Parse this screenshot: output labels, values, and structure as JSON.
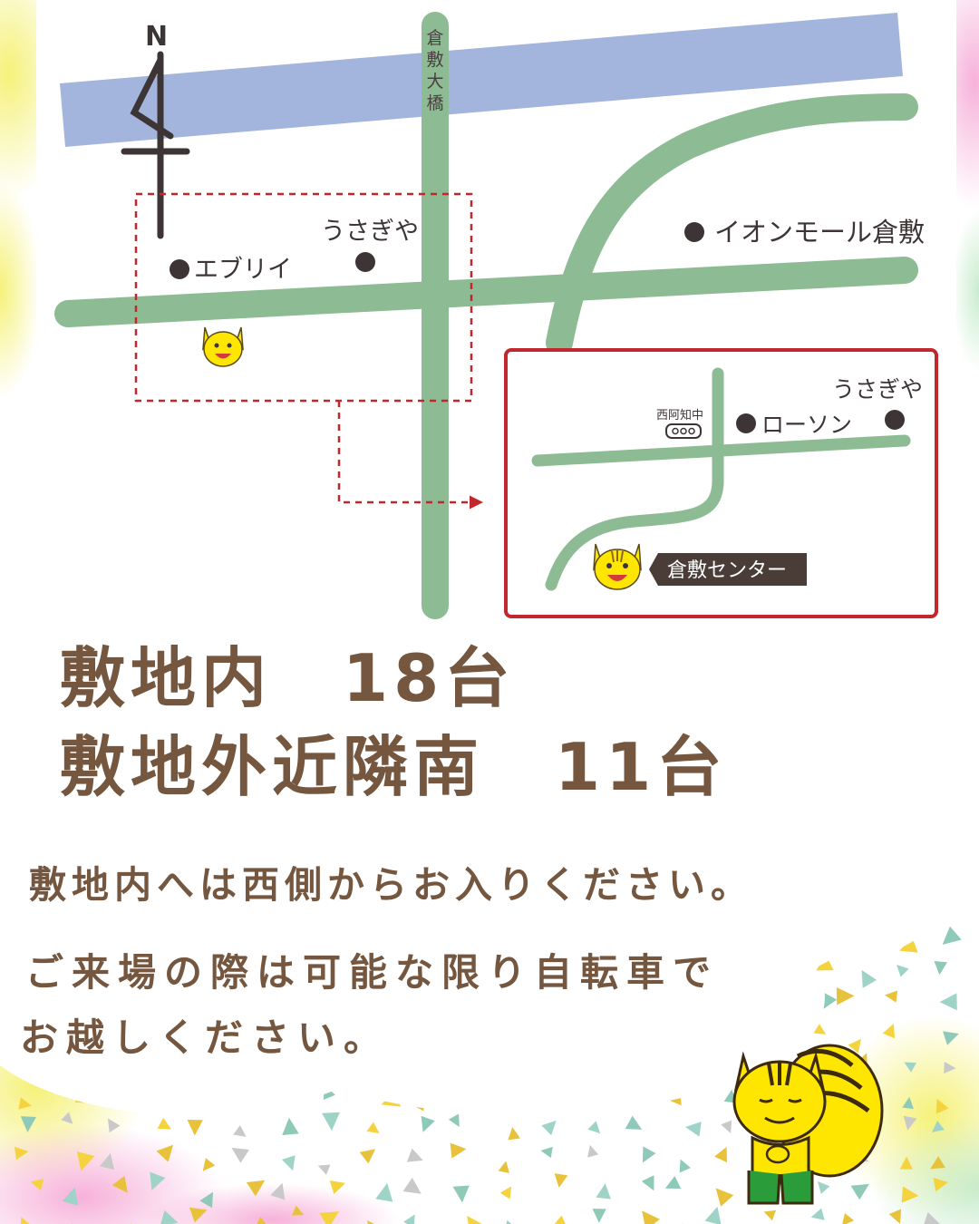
{
  "map": {
    "north_label": "N",
    "bridge_label": "倉敷大橋",
    "places": {
      "usagiya_main": "うさぎや",
      "everyi": "エブリイ",
      "aeon_mall": "イオンモール倉敷"
    },
    "inset": {
      "school_label": "西阿知中",
      "lawson": "ローソン",
      "usagiya": "うさぎや",
      "center": "倉敷センター"
    }
  },
  "parking": {
    "on_site": "敷地内　18台",
    "off_site": "敷地外近隣南　11台"
  },
  "notes": {
    "entrance": "敷地内へは西側からお入りください。",
    "bicycle_line1": "ご来場の際は可能な限り自転車で",
    "bicycle_line2": "お越しください。"
  },
  "colors": {
    "river": "#a3b5dd",
    "road": "#8dbb93",
    "inset_border": "#c2272d",
    "text": "#75563f",
    "label_box": "#4a3d38",
    "mascot": "#ffe600"
  }
}
